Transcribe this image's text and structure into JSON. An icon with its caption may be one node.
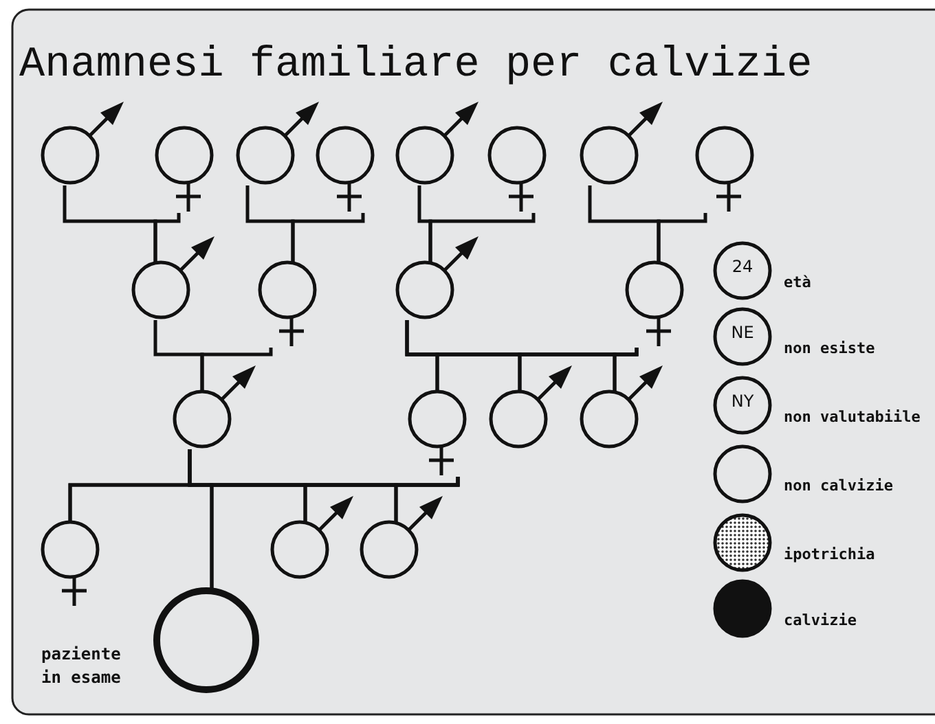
{
  "diagram": {
    "title": "Anamnesi familiare per calvizie",
    "nodes": [
      {
        "text": [],
        "shape": "male"
      },
      {
        "text": [],
        "shape": "female"
      },
      {
        "text": [],
        "shape": "male"
      },
      {
        "text": [],
        "shape": "female"
      },
      {
        "text": [],
        "shape": "male"
      },
      {
        "text": [],
        "shape": "female"
      },
      {
        "text": [],
        "shape": "male"
      },
      {
        "text": [],
        "shape": "female"
      },
      {
        "text": [],
        "shape": "male"
      },
      {
        "text": [],
        "shape": "female"
      },
      {
        "text": [],
        "shape": "male"
      },
      {
        "text": [],
        "shape": "female"
      },
      {
        "text": [],
        "shape": "male"
      },
      {
        "text": [],
        "shape": "female"
      },
      {
        "text": [],
        "shape": "male"
      },
      {
        "text": [],
        "shape": "male"
      },
      {
        "text": [],
        "shape": "female"
      },
      {
        "text": [],
        "shape": "male"
      },
      {
        "text": [],
        "shape": "male"
      },
      {
        "text": [],
        "shape": "circle",
        "beside": [
          "paziente in esame"
        ]
      }
    ],
    "edges": [
      {
        "from": 0,
        "to": 8,
        "arrow": "none"
      },
      {
        "from": 1,
        "to": 8,
        "arrow": "none"
      },
      {
        "from": 2,
        "to": 9,
        "arrow": "none"
      },
      {
        "from": 3,
        "to": 9,
        "arrow": "none"
      },
      {
        "from": 4,
        "to": 10,
        "arrow": "none"
      },
      {
        "from": 5,
        "to": 10,
        "arrow": "none"
      },
      {
        "from": 6,
        "to": 11,
        "arrow": "none"
      },
      {
        "from": 7,
        "to": 11,
        "arrow": "none"
      },
      {
        "from": 8,
        "to": 12,
        "arrow": "none"
      },
      {
        "from": 9,
        "to": 12,
        "arrow": "none"
      },
      {
        "from": 10,
        "to": 13,
        "arrow": "none"
      },
      {
        "from": 11,
        "to": 13,
        "arrow": "none"
      },
      {
        "from": 10,
        "to": 14,
        "arrow": "none"
      },
      {
        "from": 11,
        "to": 14,
        "arrow": "none"
      },
      {
        "from": 10,
        "to": 15,
        "arrow": "none"
      },
      {
        "from": 11,
        "to": 15,
        "arrow": "none"
      },
      {
        "from": 12,
        "to": 16,
        "arrow": "none"
      },
      {
        "from": 13,
        "to": 16,
        "arrow": "none"
      },
      {
        "from": 12,
        "to": 19,
        "arrow": "none"
      },
      {
        "from": 13,
        "to": 19,
        "arrow": "none"
      },
      {
        "from": 12,
        "to": 17,
        "arrow": "none"
      },
      {
        "from": 13,
        "to": 17,
        "arrow": "none"
      },
      {
        "from": 12,
        "to": 18,
        "arrow": "none"
      },
      {
        "from": 13,
        "to": 18,
        "arrow": "none"
      }
    ],
    "labels": [
      "24",
      "NE",
      "NY"
    ],
    "legend": [
      {
        "text": "età"
      },
      {
        "text": "non esiste"
      },
      {
        "text": "non valutabiile"
      },
      {
        "text": "non calvizie"
      },
      {
        "text": "ipotrichia"
      },
      {
        "text": "calvizie"
      }
    ]
  }
}
